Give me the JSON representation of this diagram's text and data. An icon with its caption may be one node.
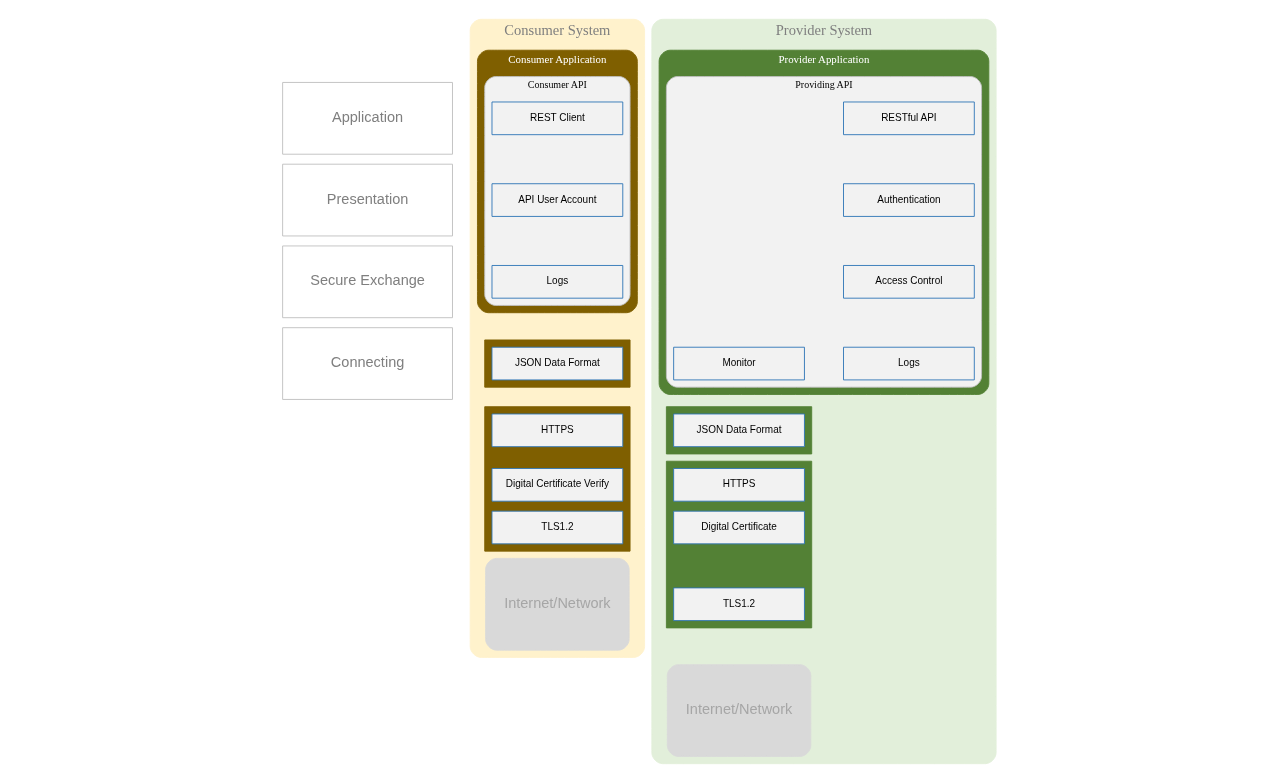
{
  "diagram": {
    "nodes": [
      {
        "text": [
          "Application"
        ]
      },
      {
        "text": [
          "Presentation"
        ]
      },
      {
        "text": [
          "Secure Exchange"
        ]
      },
      {
        "text": [
          "Connecting"
        ]
      },
      {
        "text": [
          "Consumer System"
        ]
      },
      {
        "text": [
          "Consumer Application"
        ],
        "in": 4
      },
      {
        "text": [
          "Consumer API"
        ],
        "in": 5
      },
      {
        "text": [
          "REST Client"
        ],
        "in": 6
      },
      {
        "text": [
          "API User Account"
        ],
        "in": 6
      },
      {
        "text": [
          "Logs"
        ],
        "in": 6
      },
      {
        "text": [],
        "shape": "box",
        "in": 4
      },
      {
        "text": [
          "JSON Data Format"
        ],
        "in": 10
      },
      {
        "text": [],
        "shape": "box",
        "in": 4
      },
      {
        "text": [
          "HTTPS"
        ],
        "in": 12
      },
      {
        "text": [
          "Digital Certificate Verify"
        ],
        "in": 12
      },
      {
        "text": [
          "TLS1.2"
        ],
        "in": 12
      },
      {
        "text": [
          "Internet/Network"
        ],
        "in": 4
      },
      {
        "text": [
          "Provider System"
        ]
      },
      {
        "text": [
          "Provider Application"
        ],
        "in": 17
      },
      {
        "text": [
          "Providing API"
        ],
        "in": 18
      },
      {
        "text": [
          "RESTful API"
        ],
        "in": 19
      },
      {
        "text": [
          "Authentication"
        ],
        "in": 19
      },
      {
        "text": [
          "Access Control"
        ],
        "in": 19
      },
      {
        "text": [
          "Logs"
        ],
        "in": 19
      },
      {
        "text": [
          "Monitor"
        ],
        "in": 19
      },
      {
        "text": [],
        "shape": "box",
        "in": 17
      },
      {
        "text": [
          "JSON Data Format"
        ],
        "in": 25
      },
      {
        "text": [],
        "shape": "box",
        "in": 17
      },
      {
        "text": [
          "HTTPS"
        ],
        "in": 27
      },
      {
        "text": [
          "Digital Certificate"
        ],
        "in": 27
      },
      {
        "text": [
          "TLS1.2"
        ],
        "in": 27
      },
      {
        "text": [
          "Internet/Network"
        ],
        "in": 17
      }
    ],
    "edges": []
  }
}
